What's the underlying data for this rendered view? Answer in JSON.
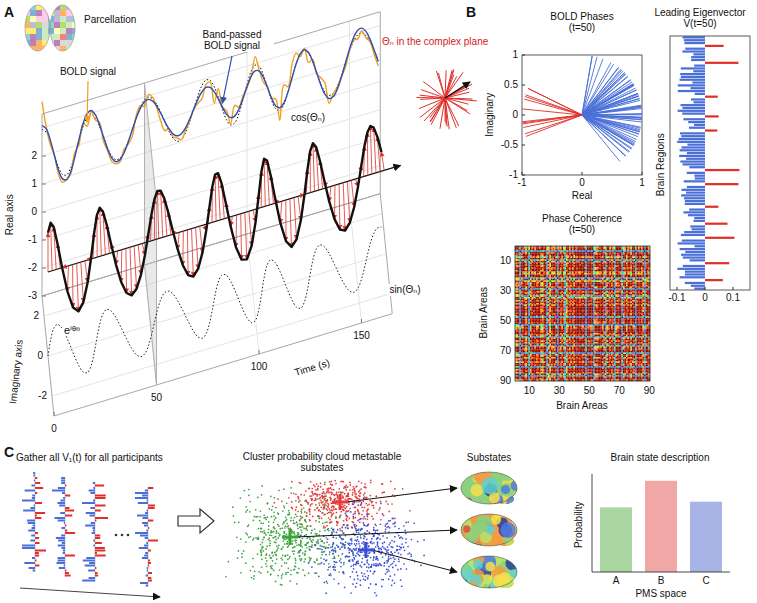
{
  "diagram": {
    "labels": [
      "A",
      "Parcellation",
      "BOLD signal",
      "Band-passed BOLD signal",
      "cos(Θₙ)",
      "Θₙ in the complex plane",
      "eⁱᶿⁿ",
      "sin(Θₙ)",
      "Real axis",
      "Imaginary axis",
      "Time (s)",
      "2",
      "1",
      "0",
      "-1",
      "-2",
      "-3",
      "2",
      "0",
      "-2",
      "0",
      "50",
      "100",
      "150",
      "B",
      "BOLD Phases (t=50)",
      "Imaginary",
      "Real",
      "1",
      "0.5",
      "0",
      "-0.5",
      "-1",
      "-1",
      "0",
      "1",
      "Leading Eigenvector V(t=50)",
      "Brain Regions",
      "-0.1",
      "0",
      "0.1",
      "Phase Coherence (t=50)",
      "Brain Areas",
      "Brain Areas",
      "10",
      "30",
      "50",
      "70",
      "90",
      "10",
      "30",
      "50",
      "70",
      "90",
      "C",
      "Gather all V₁(t) for all participants",
      "Cluster probability cloud metastable substates",
      "Substates",
      "Brain state description",
      "Probability",
      "A",
      "B",
      "C",
      "PMS space"
    ]
  }
}
